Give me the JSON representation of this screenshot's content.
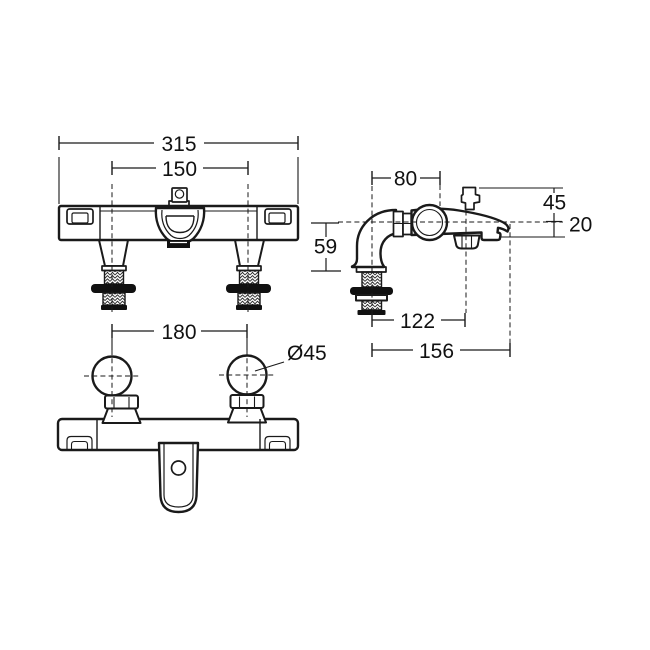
{
  "drawing": {
    "subject": "thermostatic bath shower mixer - dimensioned technical drawing",
    "units": "mm",
    "line_color": "#1a1a1a",
    "background": "#ffffff",
    "views": {
      "front": {
        "dims": {
          "overall_width": "315",
          "inlet_centres": "150"
        }
      },
      "side": {
        "dims": {
          "inlet_axis_height": "59",
          "inlet_to_handle": "80",
          "axis_to_top": "45",
          "axis_to_spout_outlet": "20",
          "inlet_to_shower_outlet": "122",
          "overall_projection": "156"
        }
      },
      "bottom": {
        "dims": {
          "elbow_centres": "180",
          "elbow_diameter": "Ø45"
        }
      }
    }
  }
}
